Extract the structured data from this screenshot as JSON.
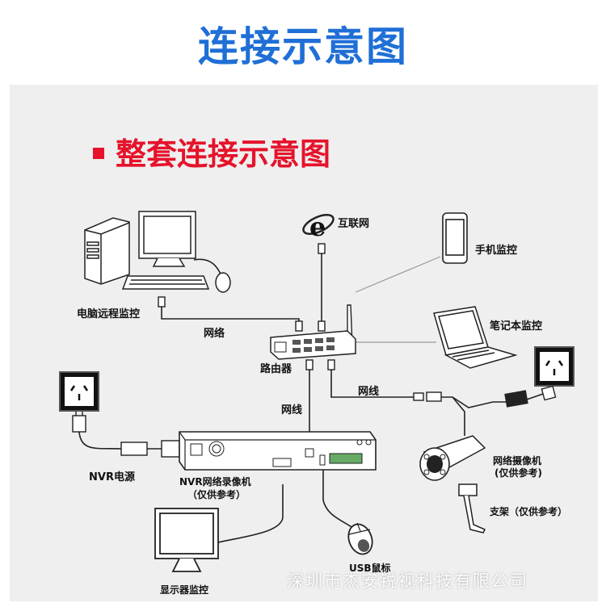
{
  "header": {
    "title": "连接示意图"
  },
  "diagram": {
    "subtitle": "整套连接示意图",
    "labels": {
      "internet": "互联网",
      "pc": "电脑远程监控",
      "network": "网络",
      "router": "路由器",
      "phone": "手机监控",
      "laptop": "笔记本监控",
      "cable_right": "网线",
      "cable_center": "网线",
      "nvr_power": "NVR电源",
      "nvr": "NVR网络录像机",
      "nvr_note": "（仅供参考）",
      "camera": "网络摄像机",
      "camera_note": "(仅供参考)",
      "bracket": "支架（仅供参考）",
      "mouse": "USB鼠标",
      "monitor": "显示器监控",
      "watermark": "深圳市杰安锐视科技有限公司"
    }
  },
  "colors": {
    "title": "#1f6fd6",
    "subtitle": "#e5132b",
    "panel": "#efefef"
  }
}
